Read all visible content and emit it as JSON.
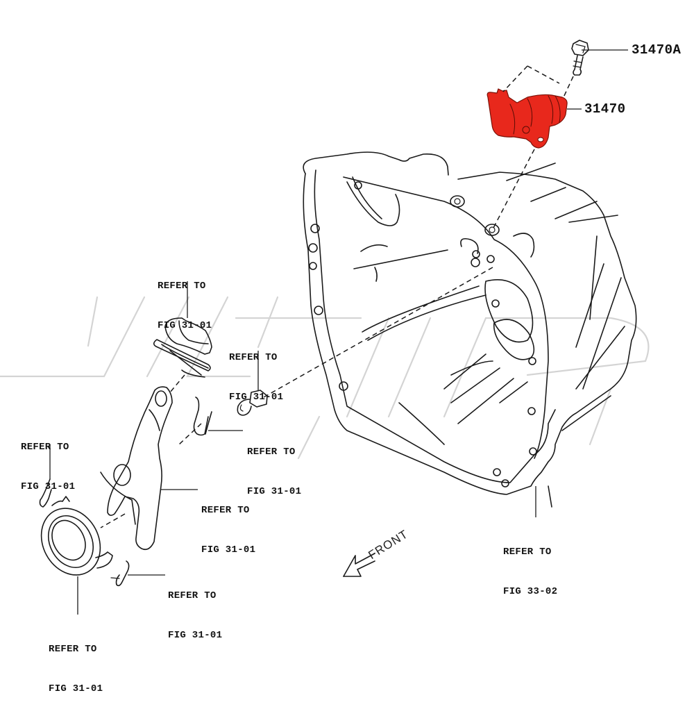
{
  "diagram": {
    "title": "Clutch release cylinder exploded view",
    "highlight_color": "#e8281c",
    "line_color": "#1a1a1a",
    "watermark_color": "#d4d4d4"
  },
  "part_numbers": {
    "bolt": "31470A",
    "release_cylinder": "31470"
  },
  "callouts": [
    {
      "id": "boot",
      "line1": "REFER TO",
      "line2": "FIG 31-01"
    },
    {
      "id": "pivot",
      "line1": "REFER TO",
      "line2": "FIG 31-01"
    },
    {
      "id": "fork-clip",
      "line1": "REFER TO",
      "line2": "FIG 31-01"
    },
    {
      "id": "left-clip",
      "line1": "REFER TO",
      "line2": "FIG 31-01"
    },
    {
      "id": "fork",
      "line1": "REFER TO",
      "line2": "FIG 31-01"
    },
    {
      "id": "bearing-clip",
      "line1": "REFER TO",
      "line2": "FIG 31-01"
    },
    {
      "id": "bearing",
      "line1": "REFER TO",
      "line2": "FIG 31-01"
    },
    {
      "id": "housing",
      "line1": "REFER TO",
      "line2": "FIG 33-02"
    }
  ],
  "direction": {
    "label": "FRONT",
    "icon": "arrow-left-down-icon"
  }
}
